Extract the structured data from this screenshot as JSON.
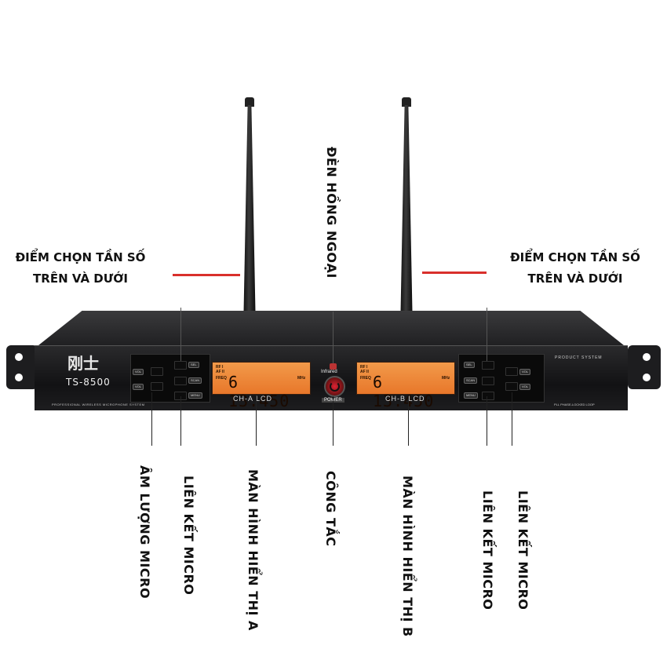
{
  "device": {
    "brand_logo": "刚士",
    "model": "TS-8500",
    "subtitle": "PROFESSIONAL WIRELESS MICROPHONE SYSTEM",
    "right_title": "PRODUCT SYSTEM",
    "right_sub": "PLL PHASE-LOCKED LOOP",
    "infrared_label": "Infrared",
    "power_label": "POWER",
    "channel_a": {
      "label": "CH-A LCD",
      "freq": "6 13.450",
      "rf": "RF I",
      "af": "AF II",
      "freq_tag": "FREQ",
      "unit": "MHz"
    },
    "channel_b": {
      "label": "CH-B LCD",
      "freq": "6 13.450",
      "rf": "RF I",
      "af": "AF II",
      "freq_tag": "FREQ",
      "unit": "MHz"
    },
    "buttons": {
      "vol_up": "VOL",
      "vol_down": "VOL",
      "sel": "SEL",
      "scan": "SCAN",
      "menu": "MENU"
    }
  },
  "labels": {
    "freq_select_left": [
      "ĐIỂM CHỌN TẦN SỐ",
      "TRÊN VÀ DƯỚI"
    ],
    "freq_select_right": [
      "ĐIỂM CHỌN TẦN SỐ",
      "TRÊN VÀ DƯỚI"
    ],
    "infrared": "ĐÈN HỒNG NGOẠI",
    "volume": "ÂM LƯỢNG MICRO",
    "link_a": "LIÊN KẾT MICRO",
    "display_a": "MÀN HÌNH HIỂN THỊ A",
    "switch": "CÔNG TẮC",
    "display_b": "MÀN HÌNH HIỂN THỊ B",
    "link_b": "LIÊN KẾT MICRO",
    "link_c": "LIÊN KẾT MICRO"
  },
  "colors": {
    "accent_red": "#d9302c",
    "lcd_orange": "#ee8a3a",
    "chassis": "#1b1b1d"
  }
}
